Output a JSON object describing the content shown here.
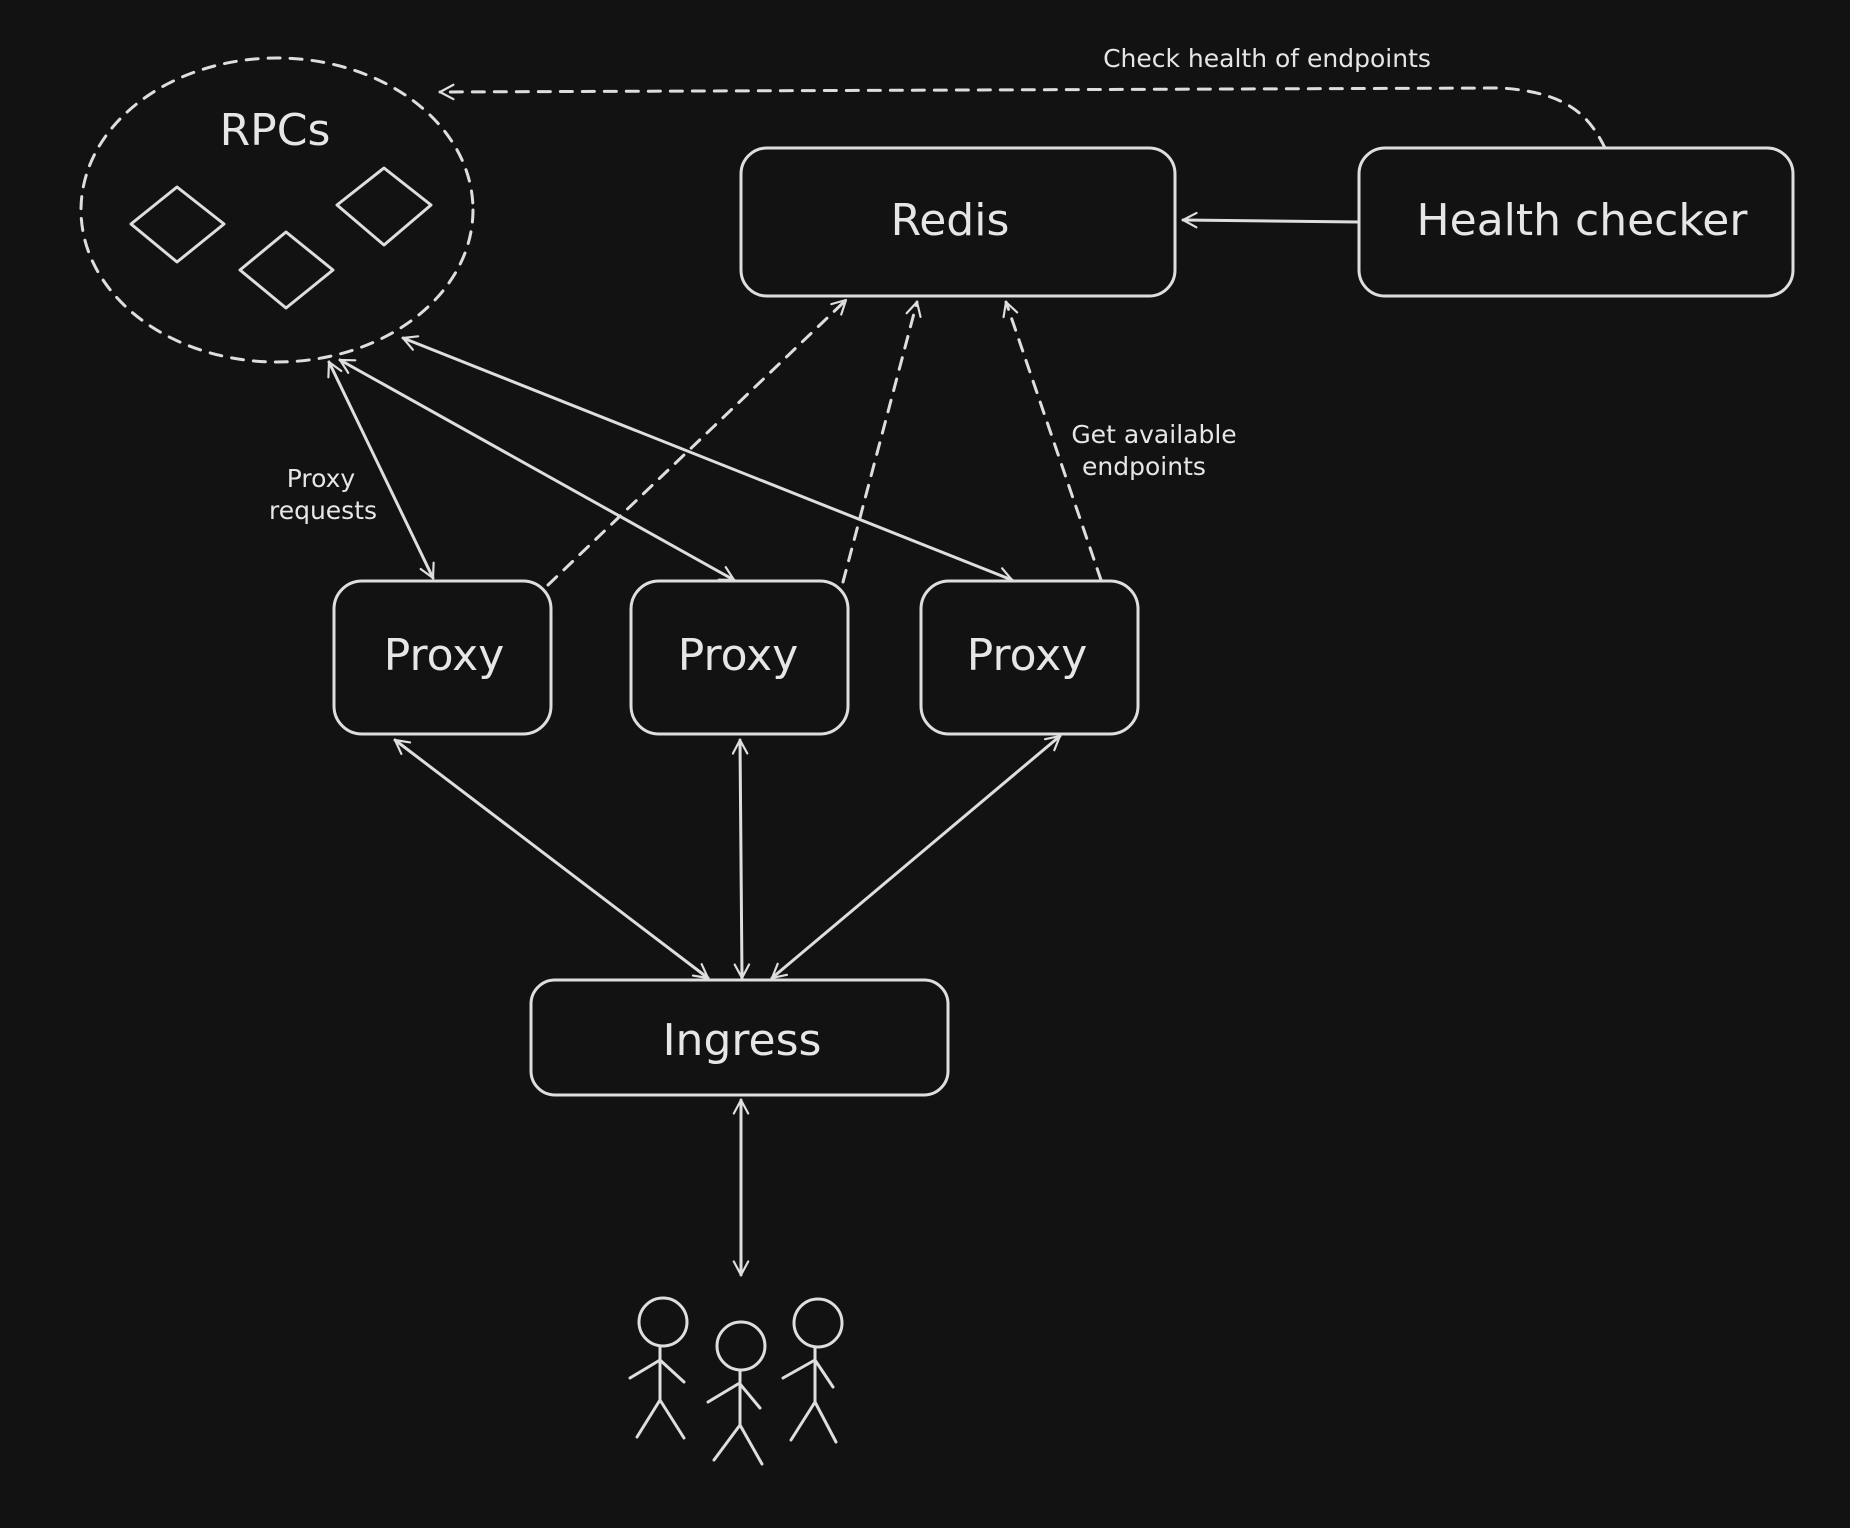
{
  "nodes": {
    "rpcs": "RPCs",
    "redis": "Redis",
    "health_checker": "Health checker",
    "proxy_1": "Proxy",
    "proxy_2": "Proxy",
    "proxy_3": "Proxy",
    "ingress": "Ingress"
  },
  "edge_labels": {
    "check_health": "Check health of endpoints",
    "proxy_requests": [
      "Proxy",
      "requests"
    ],
    "get_endpoints": [
      "Get available",
      "endpoints"
    ]
  },
  "colors": {
    "background": "#121212",
    "stroke": "#dedede",
    "text": "#e6e6e6"
  }
}
